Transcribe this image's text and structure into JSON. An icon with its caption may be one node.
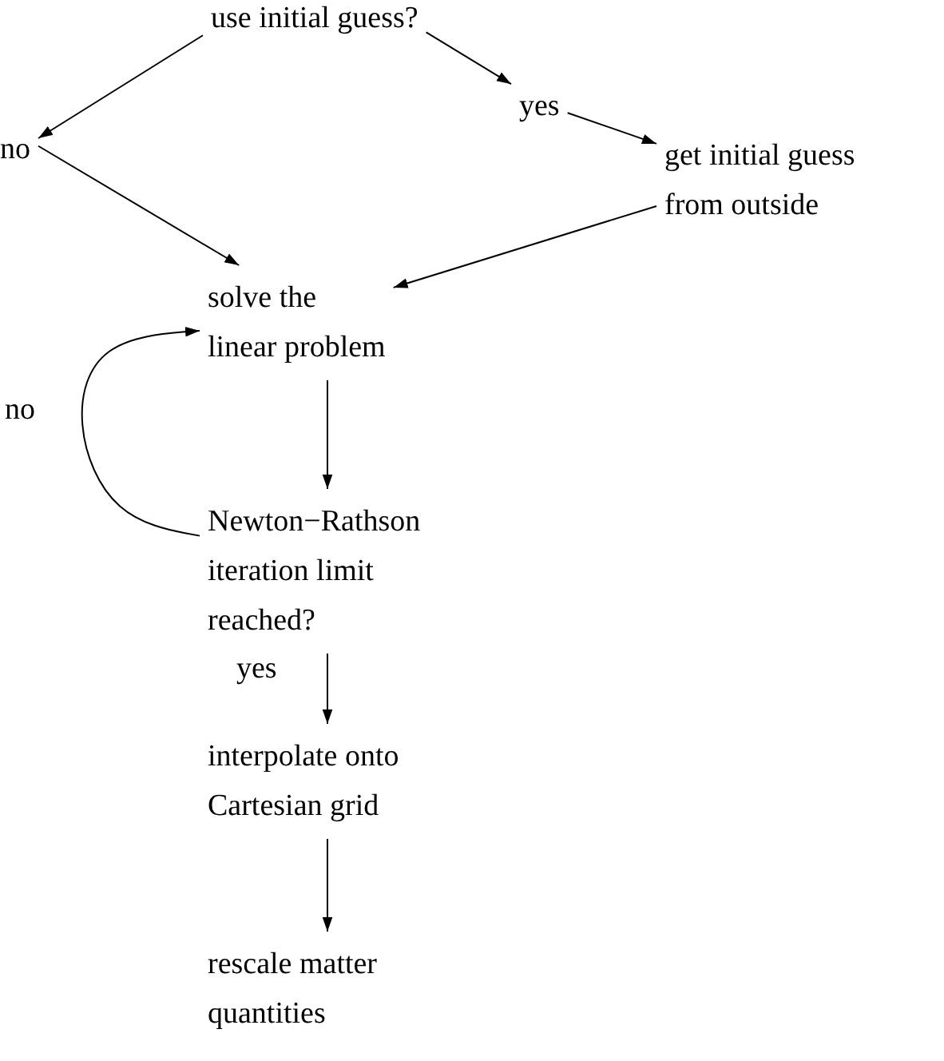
{
  "diagram": {
    "nodes": [
      {
        "text": [
          "use initial guess?"
        ]
      },
      {
        "text": [
          "no"
        ]
      },
      {
        "text": [
          "yes"
        ]
      },
      {
        "text": [
          "get initial guess from outside"
        ]
      },
      {
        "text": [
          "solve the linear problem"
        ]
      },
      {
        "text": [
          "Newton−Rathson iteration limit reached?"
        ]
      },
      {
        "text": [
          "interpolate onto Cartesian grid"
        ]
      },
      {
        "text": [
          "rescale matter quantities"
        ]
      }
    ],
    "edges": [
      {
        "from": 0,
        "to": 1,
        "arrow": "to"
      },
      {
        "from": 1,
        "to": 4,
        "arrow": "to"
      },
      {
        "from": 0,
        "to": 2,
        "arrow": "to"
      },
      {
        "from": 2,
        "to": 3,
        "arrow": "to"
      },
      {
        "from": 3,
        "to": 4,
        "arrow": "to"
      },
      {
        "from": 4,
        "to": 5,
        "arrow": "to"
      },
      {
        "from": 5,
        "to": 4,
        "arrow": "to",
        "label": "no"
      },
      {
        "from": 5,
        "to": 6,
        "arrow": "to",
        "label": "yes"
      },
      {
        "from": 6,
        "to": 7,
        "arrow": "to"
      }
    ]
  }
}
